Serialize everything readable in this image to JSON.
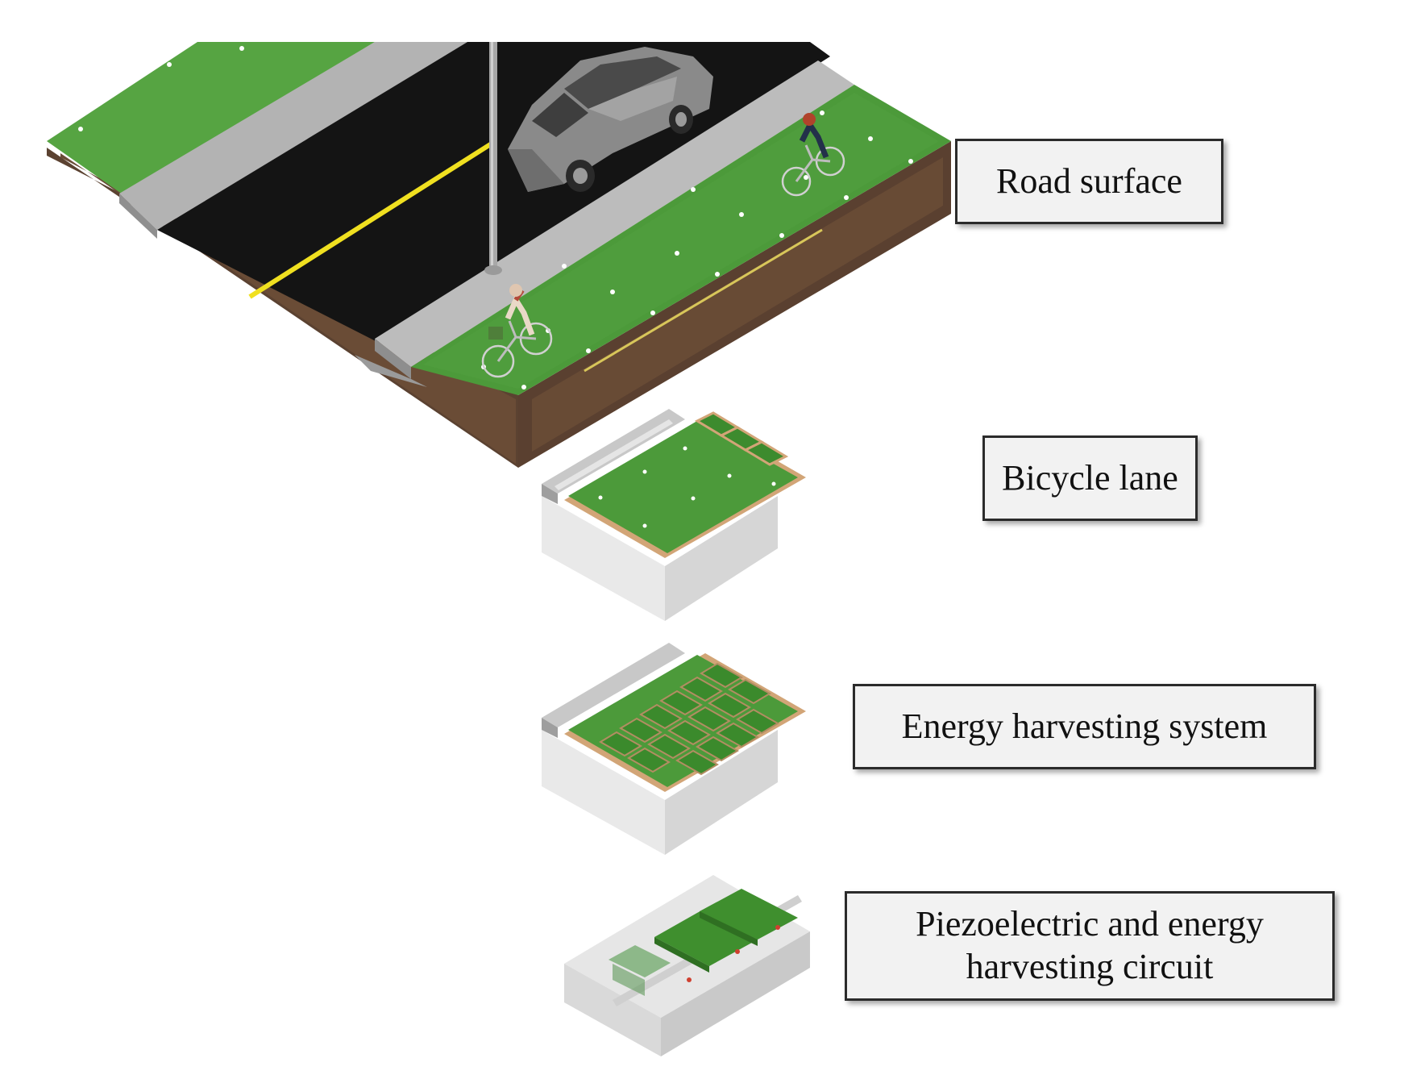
{
  "labels": {
    "road_surface": "Road surface",
    "bicycle_lane": "Bicycle lane",
    "energy_harvesting_system": "Energy harvesting system",
    "piezo_line1": "Piezoelectric and energy",
    "piezo_line2": "harvesting circuit"
  },
  "colors": {
    "lane_green": "#4c9a3a",
    "asphalt": "#151515",
    "center_line": "#f0e020",
    "curb": "#b0b0b0",
    "soil": "#5a4030",
    "concrete": "#ececec",
    "piezo_plate": "#3f8f2e",
    "wood": "#d2a577"
  },
  "icons": [
    "car-icon",
    "cyclist-icon",
    "street-light-pole-icon"
  ]
}
